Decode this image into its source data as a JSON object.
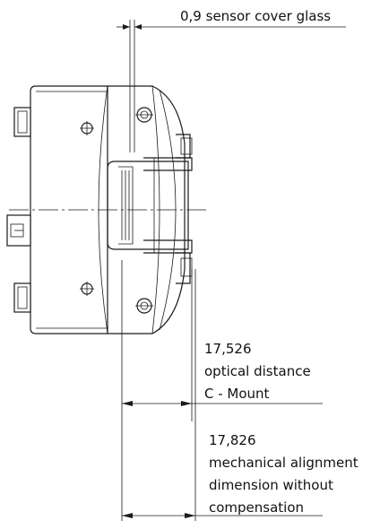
{
  "labels": {
    "cover_glass": "0,9 sensor cover glass",
    "optical_value": "17,526",
    "optical_line1": "optical distance",
    "optical_line2": "C - Mount",
    "mech_value": "17,826",
    "mech_line1": "mechanical alignment",
    "mech_line2": "dimension without",
    "mech_line3": "compensation"
  }
}
